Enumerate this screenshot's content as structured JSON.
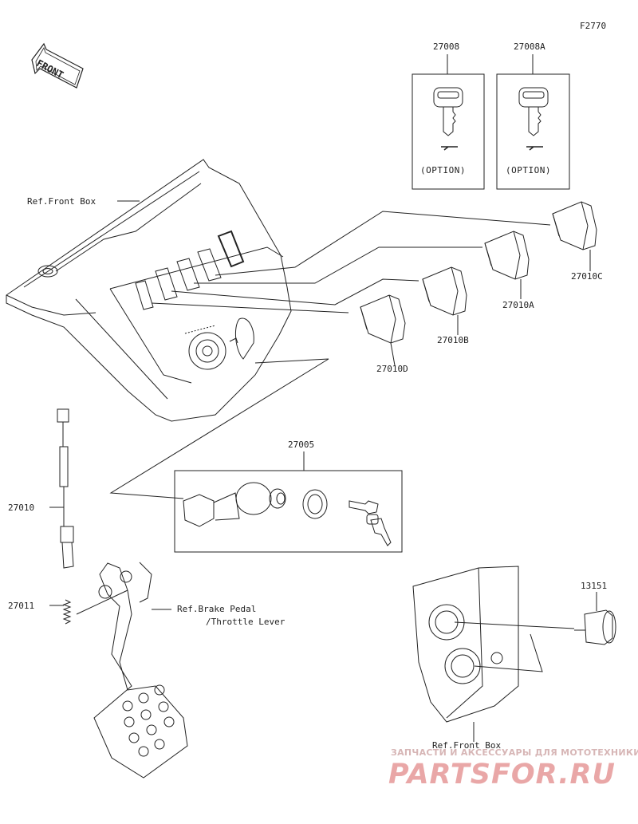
{
  "figure_code": "F2770",
  "orientation": {
    "label": "FRONT",
    "icon": "front-arrow-icon"
  },
  "keys": {
    "standard": {
      "part_no": "27008",
      "note": "(OPTION)"
    },
    "alternate": {
      "part_no": "27008A",
      "note": "(OPTION)"
    }
  },
  "parts": {
    "rocker_switch_c": "27010C",
    "rocker_switch_a": "27010A",
    "rocker_switch_b": "27010B",
    "rocker_switch_d": "27010D",
    "ignition_switch_set": "27005",
    "brake_switch": "27010",
    "spring": "27011",
    "power_socket": "13151"
  },
  "references": {
    "front_box_top": "Ref.Front Box",
    "brake_pedal_line1": "Ref.Brake Pedal",
    "brake_pedal_line2": "/Throttle Lever",
    "front_box_bottom": "Ref.Front Box"
  },
  "watermark": {
    "tagline": "ЗАПЧАСТИ И АКСЕССУАРЫ ДЛЯ МОТОТЕХНИКИ",
    "brand": "PARTSFOR.RU"
  }
}
